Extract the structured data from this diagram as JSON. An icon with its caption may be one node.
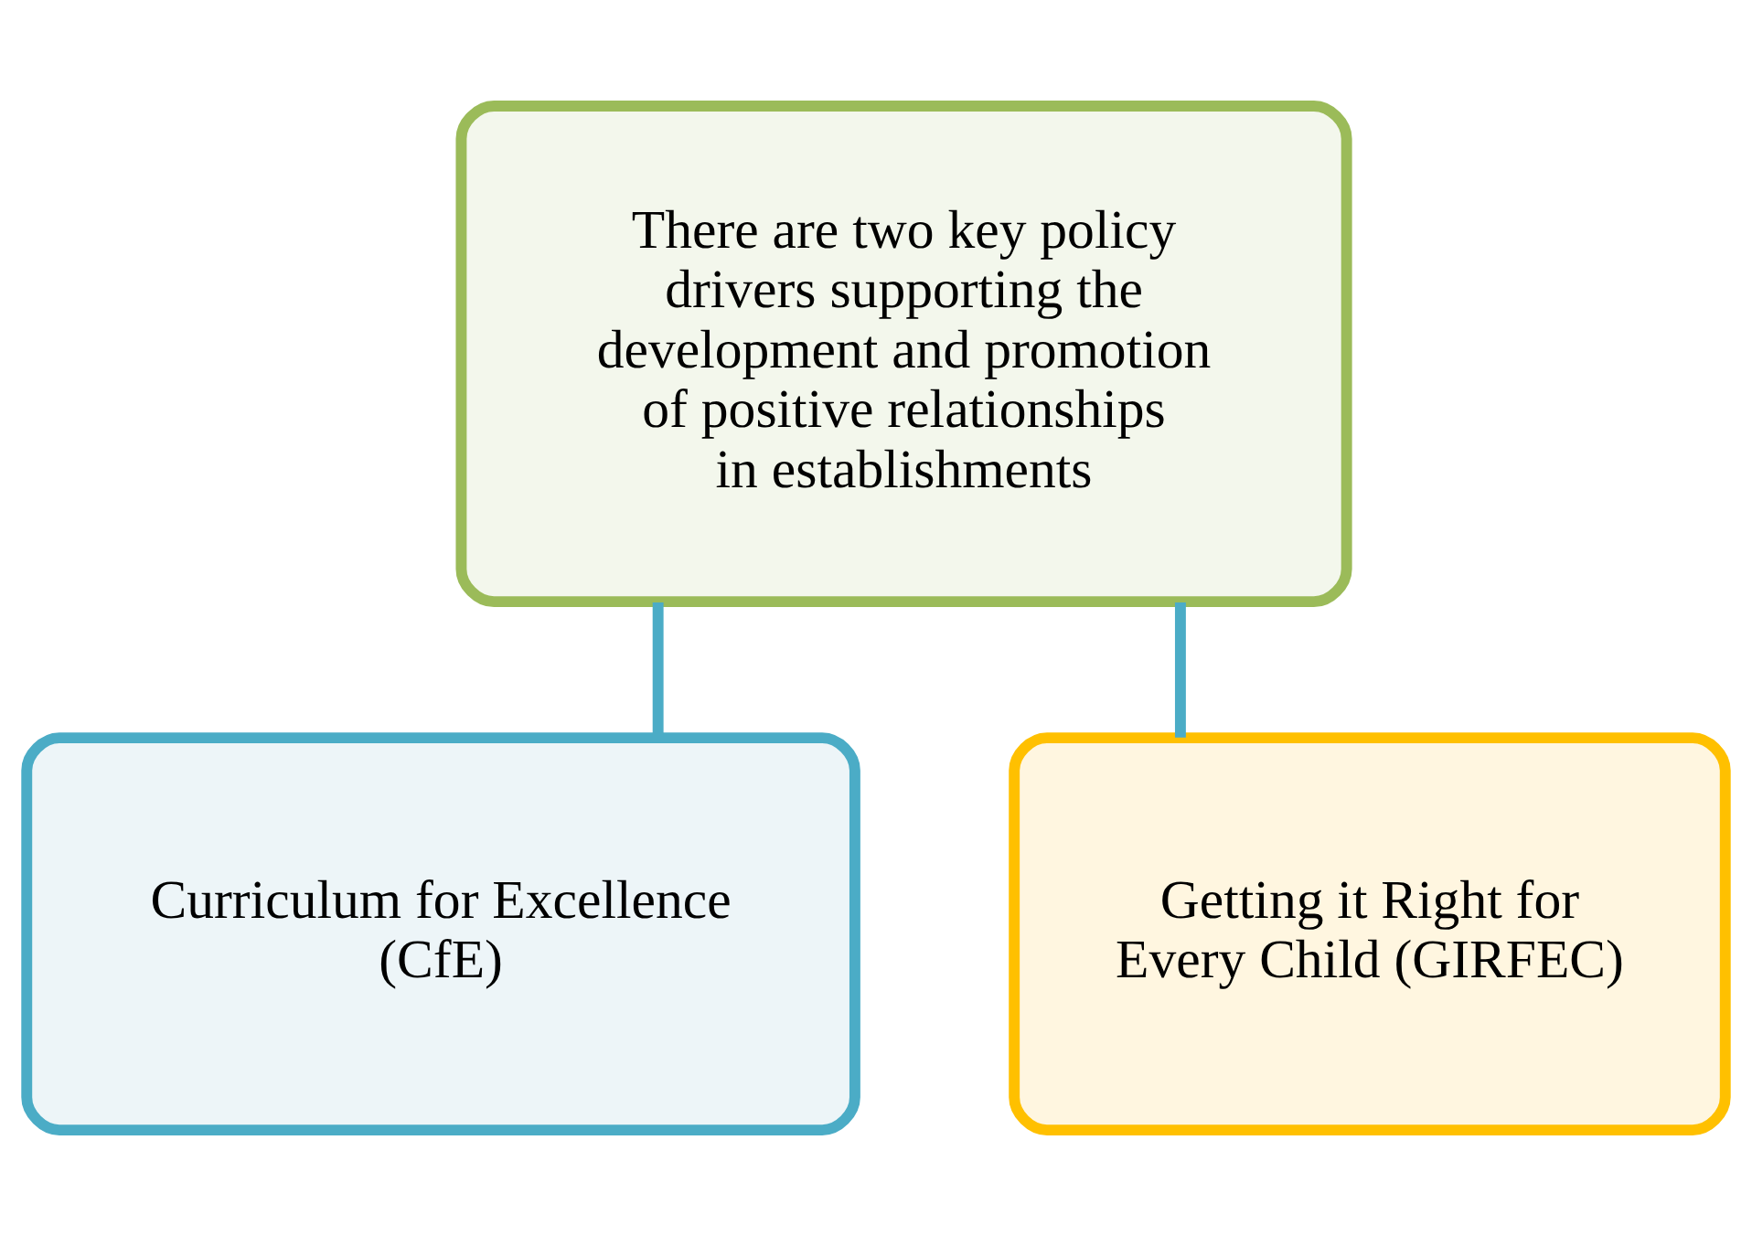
{
  "diagram": {
    "nodes": [
      {
        "text": [
          "There are two key policy drivers supporting the development and promotion of positive relationships in establishments"
        ]
      },
      {
        "text": [
          "Curriculum for Excellence (CfE)"
        ]
      },
      {
        "text": [
          "Getting it Right for Every Child (GIRFEC)"
        ]
      }
    ],
    "edges": [
      {
        "from": 0,
        "to": 1,
        "arrow": "none"
      },
      {
        "from": 0,
        "to": 2,
        "arrow": "none"
      }
    ]
  }
}
